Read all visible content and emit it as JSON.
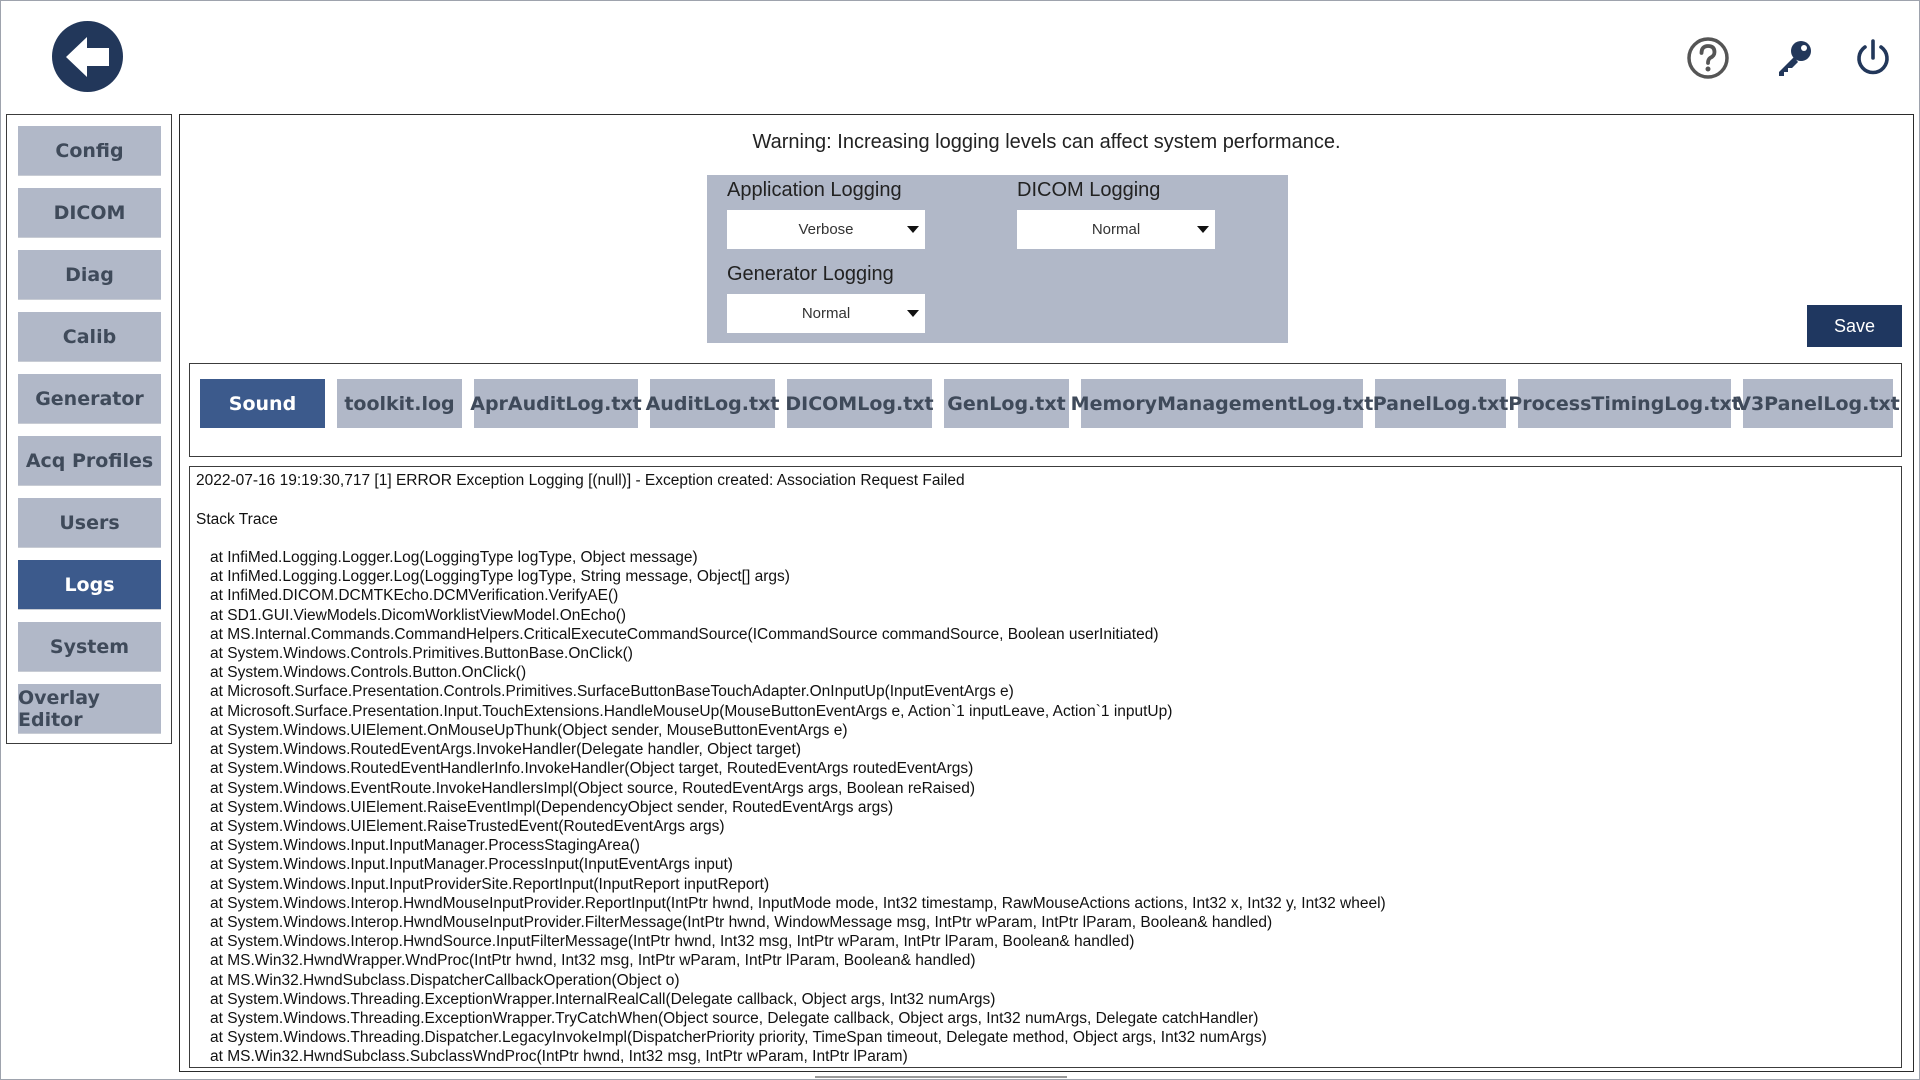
{
  "header": {
    "back_icon": "arrow-left-icon",
    "help_icon": "question-circle-icon",
    "key_icon": "key-icon",
    "power_icon": "power-icon"
  },
  "sidebar": {
    "items": [
      {
        "label": "Config",
        "active": false
      },
      {
        "label": "DICOM",
        "active": false
      },
      {
        "label": "Diag",
        "active": false
      },
      {
        "label": "Calib",
        "active": false
      },
      {
        "label": "Generator",
        "active": false
      },
      {
        "label": "Acq Profiles",
        "active": false
      },
      {
        "label": "Users",
        "active": false
      },
      {
        "label": "Logs",
        "active": true
      },
      {
        "label": "System",
        "active": false
      },
      {
        "label": "Overlay Editor",
        "active": false
      }
    ]
  },
  "settings": {
    "warning": "Warning: Increasing logging levels can affect system performance.",
    "application_logging": {
      "label": "Application Logging",
      "value": "Verbose"
    },
    "dicom_logging": {
      "label": "DICOM Logging",
      "value": "Normal"
    },
    "generator_logging": {
      "label": "Generator Logging",
      "value": "Normal"
    },
    "save_label": "Save"
  },
  "tabs": [
    {
      "label": "Sound",
      "active": true
    },
    {
      "label": "toolkit.log",
      "active": false
    },
    {
      "label": "AprAuditLog.txt",
      "active": false
    },
    {
      "label": "AuditLog.txt",
      "active": false
    },
    {
      "label": "DICOMLog.txt",
      "active": false
    },
    {
      "label": "GenLog.txt",
      "active": false
    },
    {
      "label": "MemoryManagementLog.txt",
      "active": false
    },
    {
      "label": "PanelLog.txt",
      "active": false
    },
    {
      "label": "ProcessTimingLog.txt",
      "active": false
    },
    {
      "label": "V3PanelLog.txt",
      "active": false
    }
  ],
  "log": {
    "header_line": "2022-07-16 19:19:30,717 [1] ERROR Exception Logging [(null)] - Exception created: Association Request Failed",
    "stack_title": "Stack Trace",
    "trace": [
      "at InfiMed.Logging.Logger.Log(LoggingType logType, Object message)",
      "at InfiMed.Logging.Logger.Log(LoggingType logType, String message, Object[] args)",
      "at InfiMed.DICOM.DCMTKEcho.DCMVerification.VerifyAE()",
      "at SD1.GUI.ViewModels.DicomWorklistViewModel.OnEcho()",
      "at MS.Internal.Commands.CommandHelpers.CriticalExecuteCommandSource(ICommandSource commandSource, Boolean userInitiated)",
      "at System.Windows.Controls.Primitives.ButtonBase.OnClick()",
      "at System.Windows.Controls.Button.OnClick()",
      "at Microsoft.Surface.Presentation.Controls.Primitives.SurfaceButtonBaseTouchAdapter.OnInputUp(InputEventArgs e)",
      "at Microsoft.Surface.Presentation.Input.TouchExtensions.HandleMouseUp(MouseButtonEventArgs e, Action`1 inputLeave, Action`1 inputUp)",
      "at System.Windows.UIElement.OnMouseUpThunk(Object sender, MouseButtonEventArgs e)",
      "at System.Windows.RoutedEventArgs.InvokeHandler(Delegate handler, Object target)",
      "at System.Windows.RoutedEventHandlerInfo.InvokeHandler(Object target, RoutedEventArgs routedEventArgs)",
      "at System.Windows.EventRoute.InvokeHandlersImpl(Object source, RoutedEventArgs args, Boolean reRaised)",
      "at System.Windows.UIElement.RaiseEventImpl(DependencyObject sender, RoutedEventArgs args)",
      "at System.Windows.UIElement.RaiseTrustedEvent(RoutedEventArgs args)",
      "at System.Windows.Input.InputManager.ProcessStagingArea()",
      "at System.Windows.Input.InputManager.ProcessInput(InputEventArgs input)",
      "at System.Windows.Input.InputProviderSite.ReportInput(InputReport inputReport)",
      "at System.Windows.Interop.HwndMouseInputProvider.ReportInput(IntPtr hwnd, InputMode mode, Int32 timestamp, RawMouseActions actions, Int32 x, Int32 y, Int32 wheel)",
      "at System.Windows.Interop.HwndMouseInputProvider.FilterMessage(IntPtr hwnd, WindowMessage msg, IntPtr wParam, IntPtr lParam, Boolean& handled)",
      "at System.Windows.Interop.HwndSource.InputFilterMessage(IntPtr hwnd, Int32 msg, IntPtr wParam, IntPtr lParam, Boolean& handled)",
      "at MS.Win32.HwndWrapper.WndProc(IntPtr hwnd, Int32 msg, IntPtr wParam, IntPtr lParam, Boolean& handled)",
      "at MS.Win32.HwndSubclass.DispatcherCallbackOperation(Object o)",
      "at System.Windows.Threading.ExceptionWrapper.InternalRealCall(Delegate callback, Object args, Int32 numArgs)",
      "at System.Windows.Threading.ExceptionWrapper.TryCatchWhen(Object source, Delegate callback, Object args, Int32 numArgs, Delegate catchHandler)",
      "at System.Windows.Threading.Dispatcher.LegacyInvokeImpl(DispatcherPriority priority, TimeSpan timeout, Delegate method, Object args, Int32 numArgs)",
      "at MS.Win32.HwndSubclass.SubclassWndProc(IntPtr hwnd, Int32 msg, IntPtr wParam, IntPtr lParam)"
    ]
  }
}
